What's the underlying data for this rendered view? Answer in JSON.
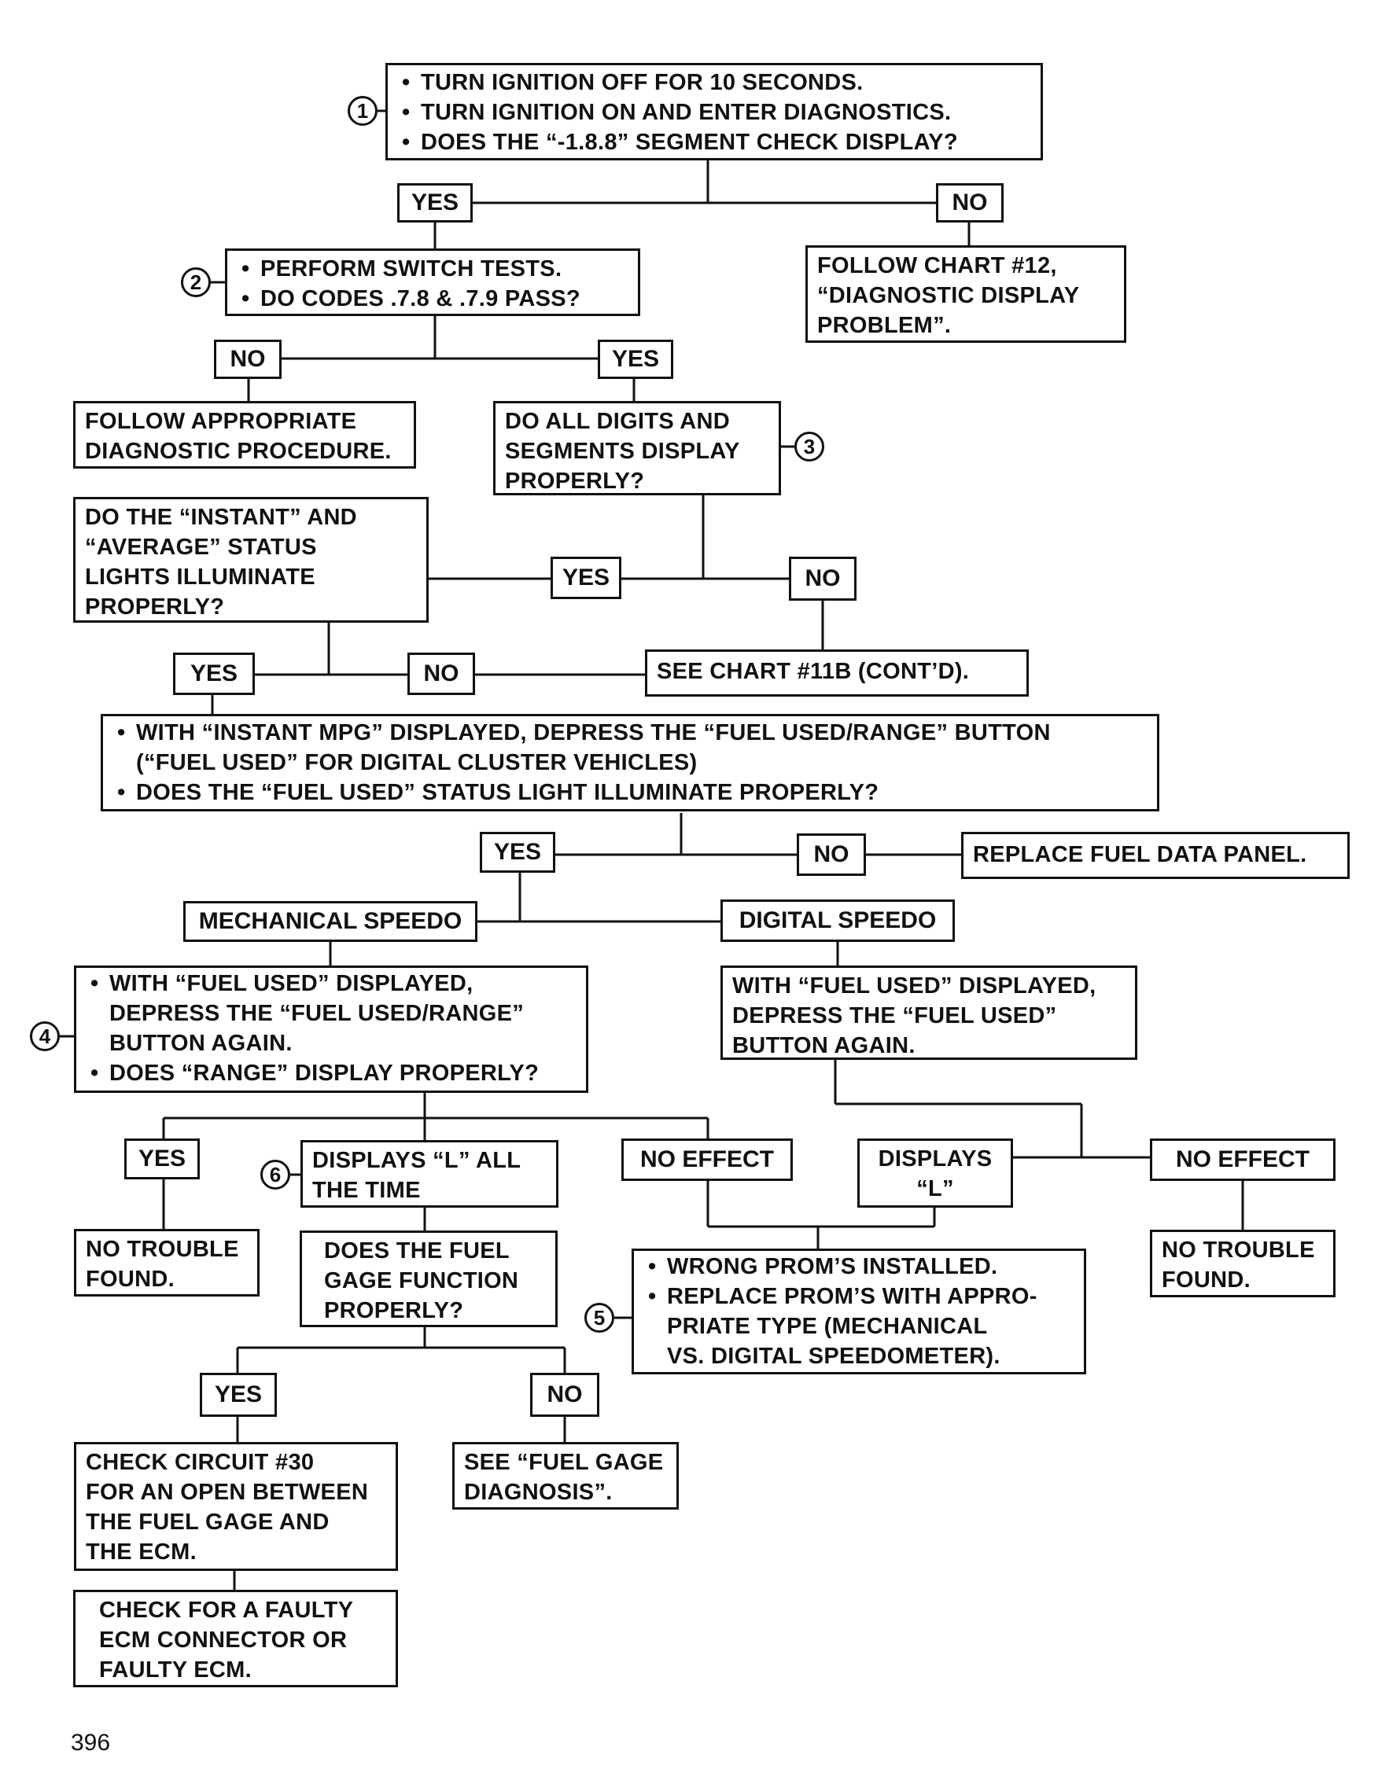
{
  "page_number": "396",
  "markers": {
    "m1": "1",
    "m2": "2",
    "m3": "3",
    "m4": "4",
    "m5": "5",
    "m6": "6"
  },
  "labels": {
    "yes_a": "YES",
    "no_a": "NO",
    "no_b": "NO",
    "yes_b": "YES",
    "yes_c": "YES",
    "no_c": "NO",
    "yes_d": "YES",
    "no_d": "NO",
    "yes_e": "YES",
    "no_e": "NO",
    "yes_f": "YES",
    "no_effect_mech": "NO EFFECT",
    "no_effect_dig": "NO EFFECT",
    "yes_g": "YES",
    "no_g": "NO",
    "mechanical_speedo": "MECHANICAL SPEEDO",
    "digital_speedo": "DIGITAL SPEEDO"
  },
  "boxes": {
    "step1": {
      "bullets": [
        "TURN IGNITION OFF FOR 10 SECONDS.",
        "TURN IGNITION ON AND ENTER DIAGNOSTICS.",
        "DOES THE “-1.8.8” SEGMENT CHECK DISPLAY?"
      ]
    },
    "chart12": {
      "lines": [
        "FOLLOW CHART #12,",
        "“DIAGNOSTIC DISPLAY",
        "PROBLEM”."
      ]
    },
    "step2": {
      "bullets": [
        "PERFORM SWITCH TESTS.",
        "DO CODES .7.8 & .7.9 PASS?"
      ]
    },
    "follow_appropriate": {
      "lines": [
        "FOLLOW APPROPRIATE",
        "DIAGNOSTIC PROCEDURE."
      ]
    },
    "step3": {
      "lines": [
        "DO ALL DIGITS AND",
        "SEGMENTS DISPLAY",
        "PROPERLY?"
      ]
    },
    "status_lights": {
      "lines": [
        "DO THE “INSTANT” AND",
        "“AVERAGE” STATUS",
        "LIGHTS ILLUMINATE",
        "PROPERLY?"
      ]
    },
    "chart11b": {
      "lines": [
        "SEE CHART #11B (CONT’D)."
      ]
    },
    "instant_mpg": {
      "b1": "WITH “INSTANT MPG” DISPLAYED, DEPRESS THE “FUEL USED/RANGE” BUTTON",
      "b1_cont": "(“FUEL USED” FOR DIGITAL CLUSTER VEHICLES)",
      "b2": "DOES THE “FUEL USED” STATUS LIGHT ILLUMINATE PROPERLY?"
    },
    "replace_panel": {
      "lines": [
        "REPLACE FUEL DATA PANEL."
      ]
    },
    "step4": {
      "b1": "WITH “FUEL USED” DISPLAYED,",
      "b1_c1": "DEPRESS THE “FUEL USED/RANGE”",
      "b1_c2": "BUTTON AGAIN.",
      "b2": "DOES “RANGE” DISPLAY PROPERLY?"
    },
    "digital_fuel_used": {
      "lines": [
        "WITH “FUEL USED” DISPLAYED,",
        "DEPRESS THE “FUEL USED”",
        "BUTTON AGAIN."
      ]
    },
    "no_trouble_left": {
      "lines": [
        "NO TROUBLE",
        "FOUND."
      ]
    },
    "displays_l_all": {
      "lines": [
        "DISPLAYS “L” ALL",
        "THE TIME"
      ]
    },
    "displays_l": {
      "lines": [
        "DISPLAYS",
        "“L”"
      ]
    },
    "no_trouble_right": {
      "lines": [
        "NO TROUBLE",
        "FOUND."
      ]
    },
    "fuel_gage": {
      "lines": [
        "DOES THE FUEL",
        "GAGE FUNCTION",
        "PROPERLY?"
      ]
    },
    "step5": {
      "b1": "WRONG PROM’S INSTALLED.",
      "b2": "REPLACE PROM’S WITH APPRO-",
      "b2_c1": "PRIATE TYPE (MECHANICAL",
      "b2_c2": "VS. DIGITAL SPEEDOMETER)."
    },
    "check_circuit": {
      "lines": [
        "CHECK CIRCUIT #30",
        "FOR AN OPEN BETWEEN",
        "THE FUEL GAGE AND",
        "THE ECM."
      ]
    },
    "see_fuel_gage": {
      "lines": [
        "SEE “FUEL GAGE",
        "DIAGNOSIS”."
      ]
    },
    "check_faulty": {
      "lines": [
        "CHECK FOR A FAULTY",
        "ECM CONNECTOR OR",
        "FAULTY ECM."
      ]
    }
  }
}
